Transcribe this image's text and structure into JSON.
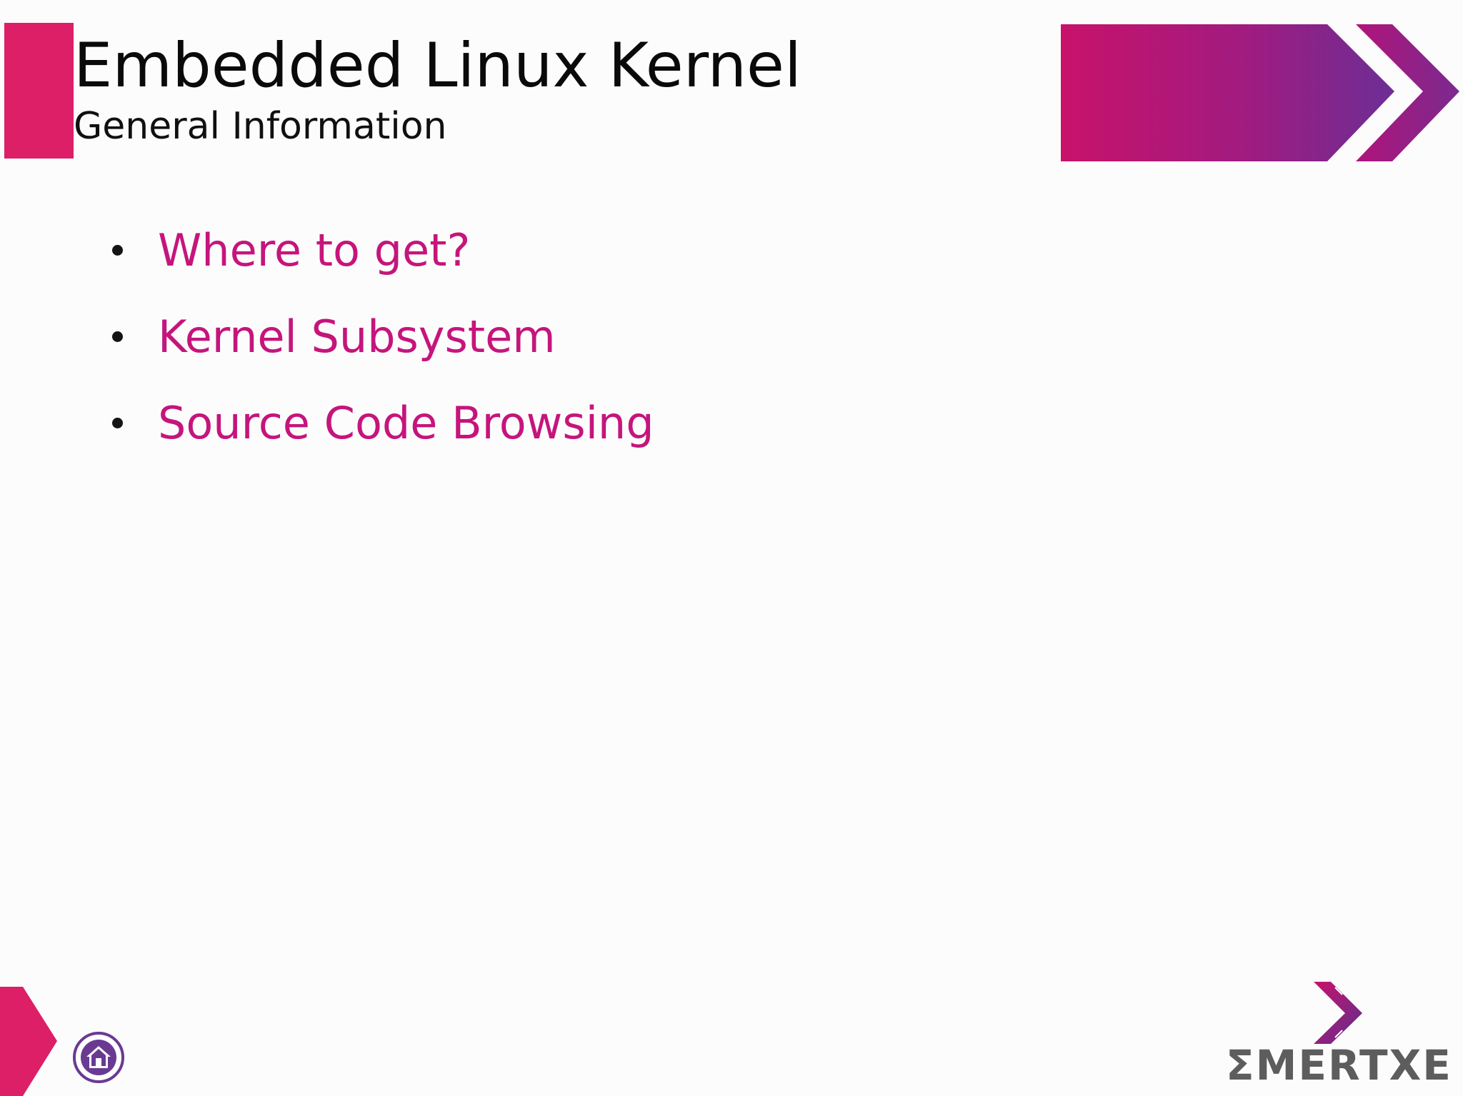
{
  "slide": {
    "title": "Embedded Linux Kernel",
    "subtitle": "General Information"
  },
  "bullets": [
    {
      "label": "Where to get?"
    },
    {
      "label": "Kernel Subsystem"
    },
    {
      "label": "Source Code Browsing"
    }
  ],
  "footer": {
    "home_icon": "home-icon",
    "brand_name": "ƩMERTXE"
  },
  "colors": {
    "accent": "#dc1f66",
    "bullet_text": "#c5157c",
    "gradient_start": "#c8126a",
    "gradient_end": "#6c2e95",
    "home_ring": "#6a3a93",
    "brand_text": "#5d5d5d"
  }
}
